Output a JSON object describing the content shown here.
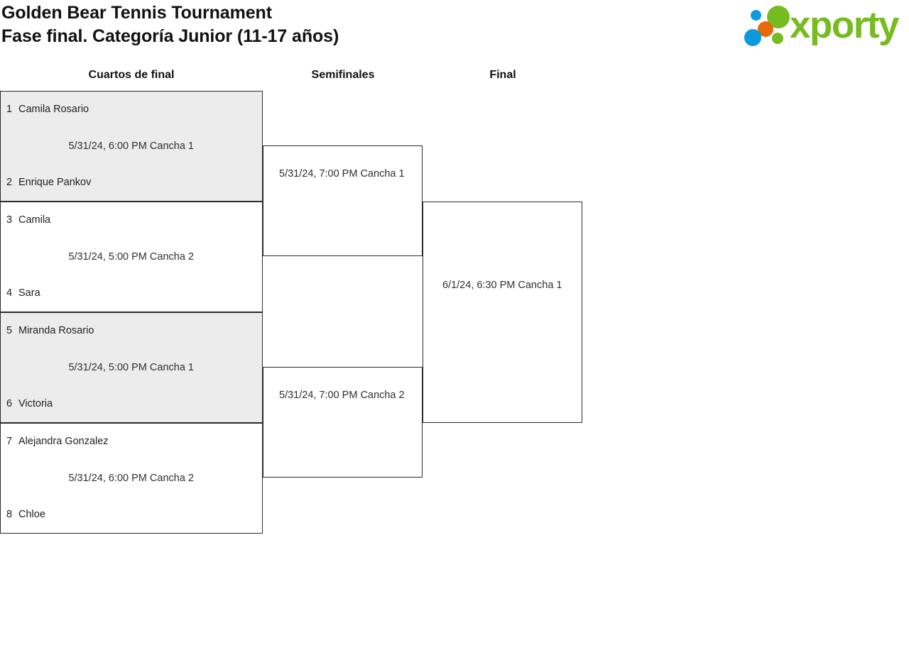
{
  "header": {
    "title_line1": "Golden Bear Tennis Tournament",
    "title_line2": "Fase final. Categoría Junior (11-17 años)",
    "logo": {
      "wordmark": "xporty",
      "wordmark_color": "#76bc21",
      "dots": [
        {
          "name": "blue-small",
          "color": "#0b9ade"
        },
        {
          "name": "green-large",
          "color": "#76bc21"
        },
        {
          "name": "orange",
          "color": "#e8690b"
        },
        {
          "name": "blue-large",
          "color": "#0b9ade"
        },
        {
          "name": "green-small",
          "color": "#76bc21"
        }
      ]
    }
  },
  "rounds": [
    {
      "label": "Cuartos de final"
    },
    {
      "label": "Semifinales"
    },
    {
      "label": "Final"
    }
  ],
  "colors": {
    "shaded_match_background": "#ececec",
    "match_border": "#2b2b2b",
    "text": "#1f1f1f",
    "brand_green": "#76bc21",
    "brand_blue": "#0b9ade",
    "brand_orange": "#e8690b"
  },
  "bracket": {
    "quarterfinals": [
      {
        "shaded": true,
        "top": {
          "seed": "1",
          "name": "Camila Rosario"
        },
        "bottom": {
          "seed": "2",
          "name": "Enrique Pankov"
        },
        "info": "5/31/24, 6:00 PM Cancha 1"
      },
      {
        "shaded": false,
        "top": {
          "seed": "3",
          "name": "Camila"
        },
        "bottom": {
          "seed": "4",
          "name": "Sara"
        },
        "info": "5/31/24, 5:00 PM Cancha 2"
      },
      {
        "shaded": true,
        "top": {
          "seed": "5",
          "name": "Miranda Rosario"
        },
        "bottom": {
          "seed": "6",
          "name": "Victoria"
        },
        "info": "5/31/24, 5:00 PM Cancha 1"
      },
      {
        "shaded": false,
        "top": {
          "seed": "7",
          "name": "Alejandra Gonzalez"
        },
        "bottom": {
          "seed": "8",
          "name": "Chloe"
        },
        "info": "5/31/24, 6:00 PM Cancha 2"
      }
    ],
    "semifinals": [
      {
        "info": "5/31/24, 7:00 PM Cancha 1"
      },
      {
        "info": "5/31/24, 7:00 PM Cancha 2"
      }
    ],
    "final": [
      {
        "info": "6/1/24, 6:30 PM Cancha 1"
      }
    ]
  }
}
